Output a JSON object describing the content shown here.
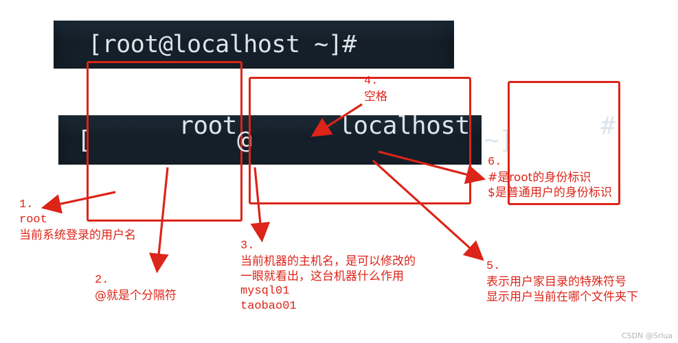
{
  "colors": {
    "red": "#dc2418",
    "terminal_bg": "#16222d",
    "terminal_text": "#dde4e9"
  },
  "terminal_top": {
    "prompt": "[root@localhost ~]#"
  },
  "terminal_bottom": {
    "seg_open": "[",
    "seg_user": "root",
    "seg_at": "@",
    "seg_host": "localhost",
    "seg_tilde": " ~]",
    "seg_hash": "#"
  },
  "annotations": {
    "n1": {
      "num": "1.",
      "code": "root",
      "text": "当前系统登录的用户名"
    },
    "n2": {
      "num": "2.",
      "text": "@就是个分隔符"
    },
    "n3": {
      "num": "3.",
      "line1": "当前机器的主机名，是可以修改的",
      "line2": "一眼就看出，这台机器什么作用",
      "code1": "mysql01",
      "code2": "taobao01"
    },
    "n4": {
      "num": "4.",
      "text": "空格"
    },
    "n5": {
      "num": "5.",
      "line1": "表示用户家目录的特殊符号",
      "line2": "显示用户当前在哪个文件夹下"
    },
    "n6": {
      "num": "6.",
      "line1": "#是root的身份标识",
      "line2": "$是普通用户的身份标识"
    }
  },
  "watermark": "CSDN @Srlua"
}
